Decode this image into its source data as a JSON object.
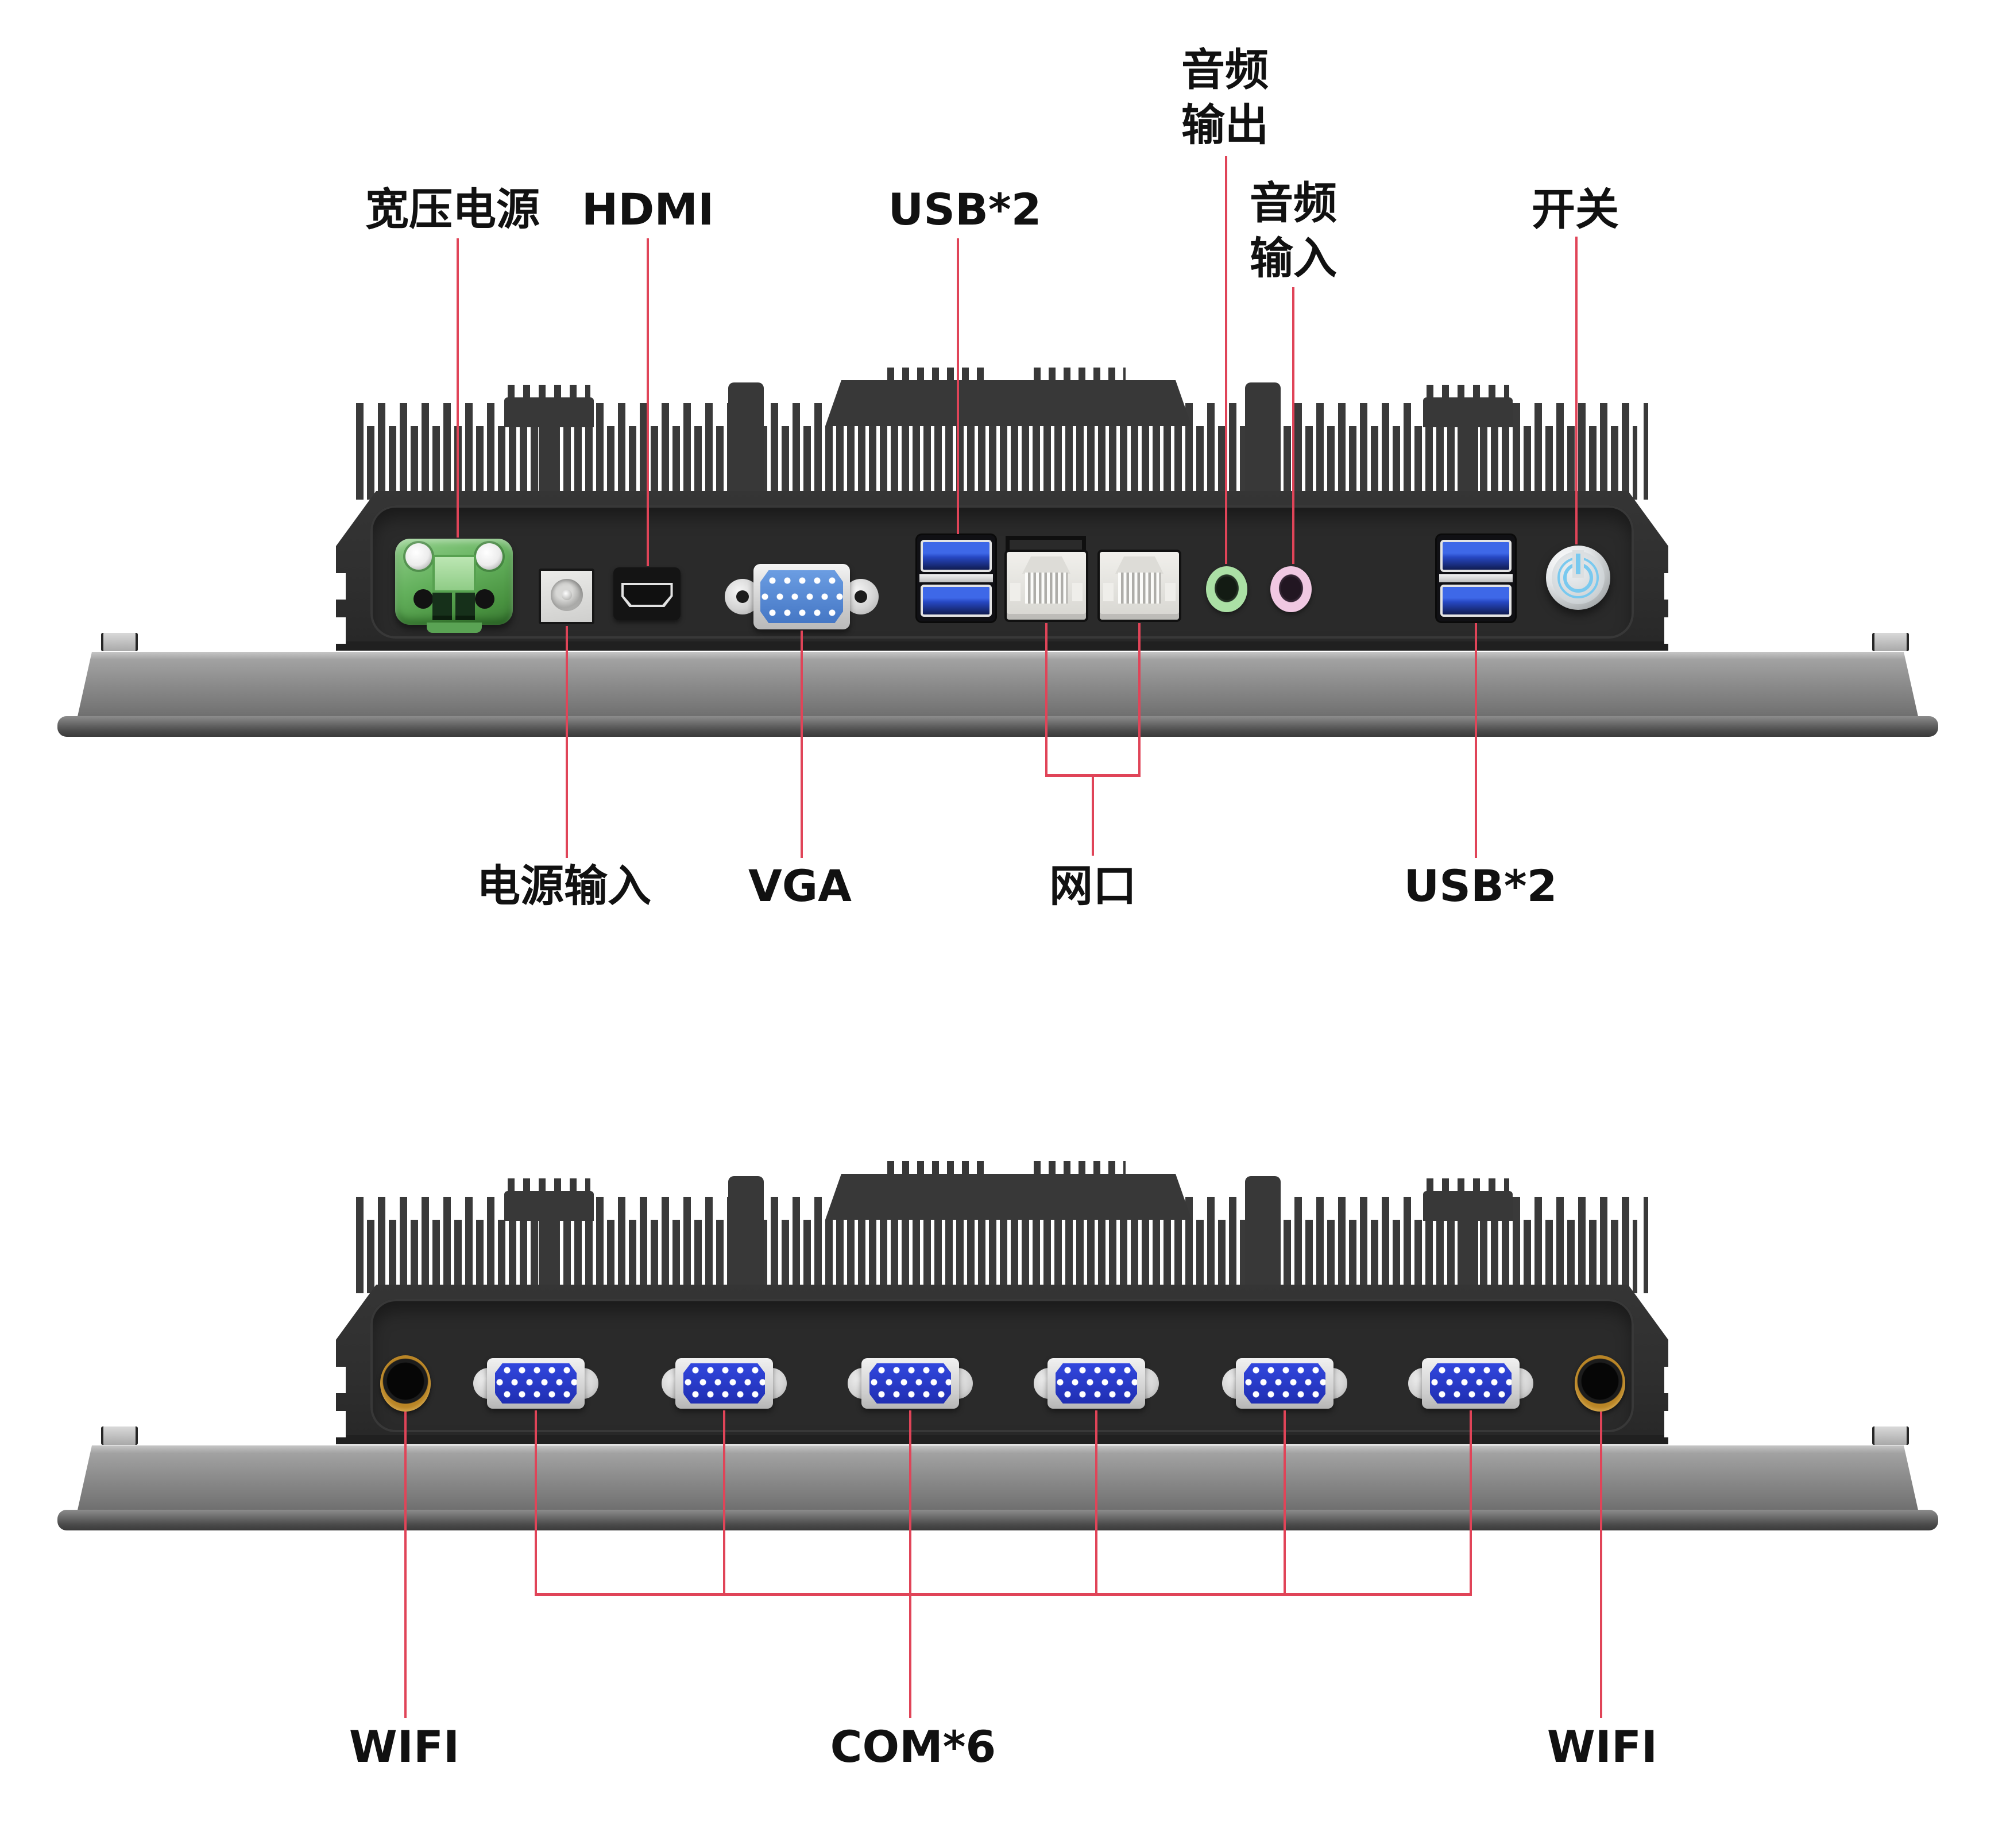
{
  "colors": {
    "background": "#ffffff",
    "label_text": "#111111",
    "leader_line": "#e04458",
    "chassis_black": "#2f2f2f",
    "bezel_gray": "#8d8d8d",
    "terminal_green": "#63b05c",
    "vga_blue": "#5b8fd6",
    "com_blue": "#2838cc",
    "usb_blue": "#3e68e8",
    "audio_out_green": "#abe0a5",
    "audio_in_pink": "#f0c8e2",
    "power_icon_blue": "#79c9ef",
    "antenna_gold": "#cf9b33"
  },
  "top_view": {
    "labels": {
      "wide_voltage_power": "宽压电源",
      "hdmi": "HDMI",
      "usb_x2": "USB*2",
      "audio_out_line1": "音频",
      "audio_out_line2": "输出",
      "audio_in_line1": "音频",
      "audio_in_line2": "输入",
      "power_switch": "开关",
      "power_input": "电源输入",
      "vga": "VGA",
      "lan": "网口",
      "usb_x2_second": "USB*2"
    },
    "ports": [
      {
        "name": "wide-voltage-terminal"
      },
      {
        "name": "dc-power-jack"
      },
      {
        "name": "hdmi-port"
      },
      {
        "name": "vga-port"
      },
      {
        "name": "usb3-dual-port"
      },
      {
        "name": "rj45-lan-port"
      },
      {
        "name": "rj45-lan-port"
      },
      {
        "name": "audio-out-jack"
      },
      {
        "name": "audio-in-jack"
      },
      {
        "name": "usb3-dual-port"
      },
      {
        "name": "power-button"
      }
    ]
  },
  "bottom_view": {
    "labels": {
      "wifi_left": "WIFI",
      "com_x6": "COM*6",
      "wifi_right": "WIFI"
    },
    "ports": [
      {
        "name": "wifi-antenna-connector"
      },
      {
        "name": "com-serial-port"
      },
      {
        "name": "com-serial-port"
      },
      {
        "name": "com-serial-port"
      },
      {
        "name": "com-serial-port"
      },
      {
        "name": "com-serial-port"
      },
      {
        "name": "com-serial-port"
      },
      {
        "name": "wifi-antenna-connector"
      }
    ]
  }
}
